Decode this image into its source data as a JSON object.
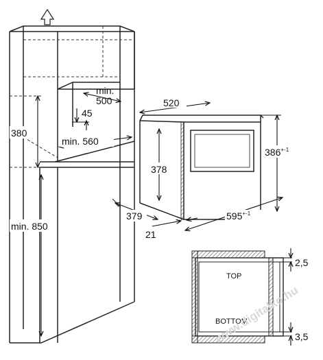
{
  "labels": {
    "min_500_line1": "min.",
    "min_500_line2": "500",
    "d45": "45",
    "d380": "380",
    "min_560": "min. 560",
    "min_850": "min. 850",
    "d520": "520",
    "d378": "378",
    "d386": "386",
    "d386_tol": "+-1",
    "d379": "379",
    "d595": "595",
    "d595_tol": "+-1",
    "d21": "21",
    "d2_5": "2,5",
    "d3_5": "3,5",
    "top": "TOP",
    "bottom": "BOTTOM",
    "watermark": "www.digitalko.hu"
  },
  "icons": {
    "ventilation_arrow": "up-arrow-icon"
  }
}
